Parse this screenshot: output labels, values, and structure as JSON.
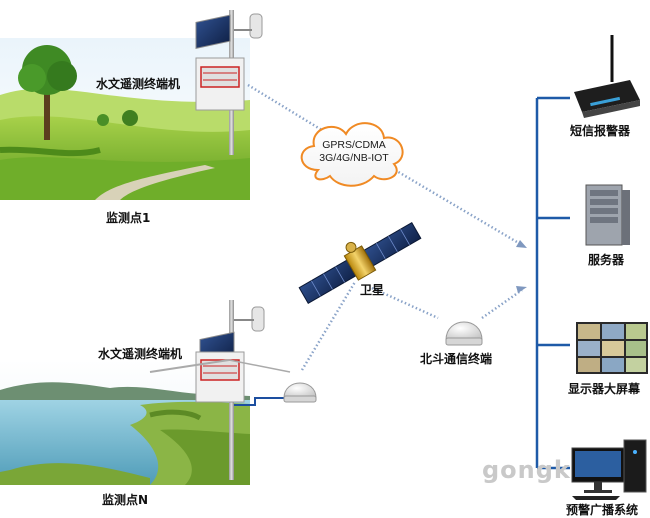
{
  "labels": {
    "terminal_top": "水文遥测终端机",
    "site_1": "监测点1",
    "terminal_bottom": "水文遥测终端机",
    "site_n": "监测点N",
    "satellite": "卫星",
    "beidou_terminal": "北斗通信终端",
    "sms_alarm": "短信报警器",
    "server": "服务器",
    "display_wall": "显示器大屏幕",
    "broadcast_system": "预警广播系统"
  },
  "network_cloud": {
    "line1": "GPRS/CDMA",
    "line2": "3G/4G/NB-IOT"
  },
  "watermark": "gongk"
}
